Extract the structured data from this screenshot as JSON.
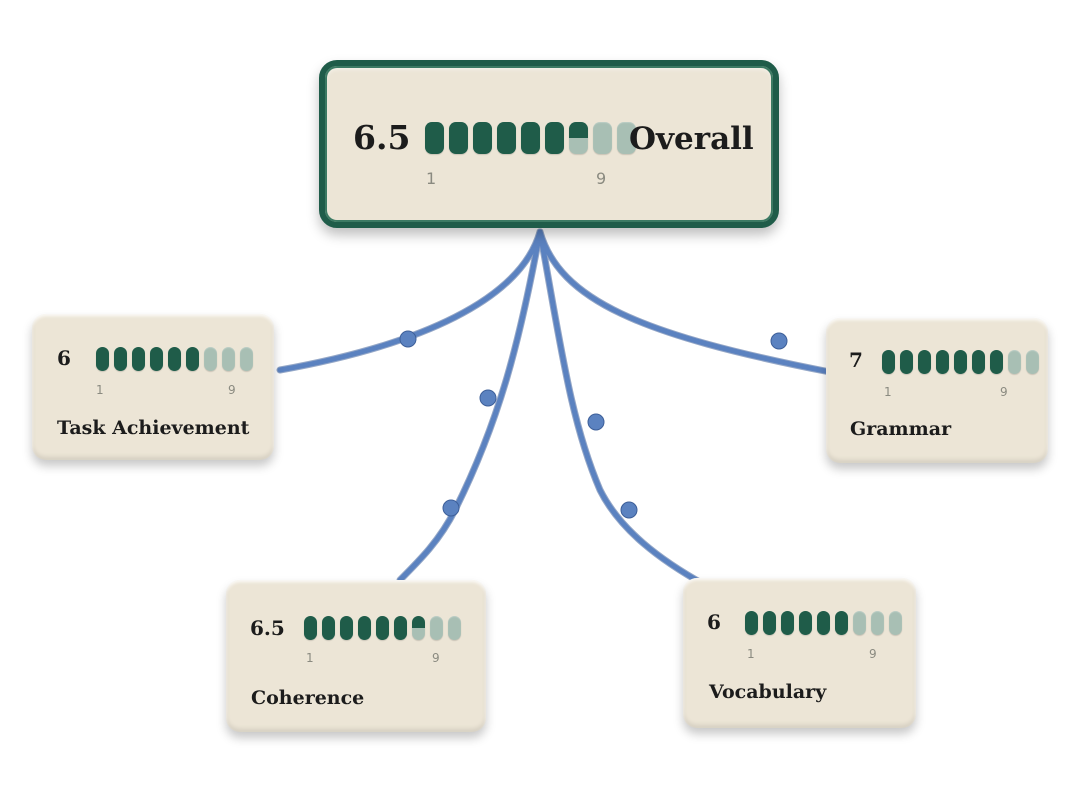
{
  "scale": {
    "min": 1,
    "max": 9,
    "min_label": "1",
    "max_label": "9",
    "segments": 9
  },
  "overall": {
    "label": "Overall",
    "score_label": "6.5",
    "score": 6.5
  },
  "criteria": [
    {
      "id": "task",
      "label": "Task Achievement",
      "score_label": "6",
      "score": 6
    },
    {
      "id": "grammar",
      "label": "Grammar",
      "score_label": "7",
      "score": 7
    },
    {
      "id": "coherence",
      "label": "Coherence",
      "score_label": "6.5",
      "score": 6.5
    },
    {
      "id": "vocabulary",
      "label": "Vocabulary",
      "score_label": "6",
      "score": 6
    }
  ],
  "colors": {
    "filled": "#1f5c49",
    "empty": "#a8bfb4",
    "connector": "#5b82c0",
    "card": "#ece5d6"
  }
}
